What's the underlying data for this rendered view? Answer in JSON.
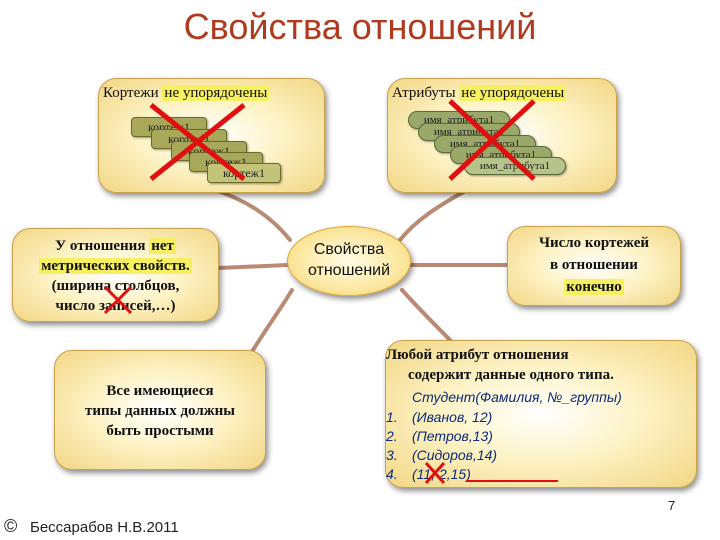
{
  "slide_title": "Свойства отношений",
  "center": {
    "line1": "Свойства",
    "line2": "отношений"
  },
  "tuples_box": {
    "heading_a": "Кортежи",
    "heading_b": "не упорядочены",
    "items": [
      "кортеж1",
      "кортеж1",
      "кортеж1",
      "кортеж1",
      "кортеж1"
    ]
  },
  "attrs_box": {
    "heading_a": "Атрибуты",
    "heading_b": "не упорядочены",
    "items": [
      "имя_атрибута1",
      "имя_атрибута1",
      "имя_атрибута1",
      "имя_атрибута1",
      "имя_атрибута1"
    ]
  },
  "metric_box": {
    "line1_a": "У отношения",
    "line1_b": "нет",
    "line2": "метрических свойств.",
    "line3": "(ширина столбцов,",
    "line4": "число записей,…)"
  },
  "count_box": {
    "line1": "Число кортежей",
    "line2": "в отношении",
    "line3": "конечно"
  },
  "types_box": {
    "line1": "Все имеющиеся",
    "line2": "типы данных должны",
    "line3": "быть простыми"
  },
  "atomic_box": {
    "line1": "Любой атрибут отношения",
    "line2": "содержит данные одного типа.",
    "header": "Студент(Фамилия, №_группы)",
    "items": [
      {
        "num": "1.",
        "text": "(Иванов, 12)"
      },
      {
        "num": "2.",
        "text": "(Петров,13)"
      },
      {
        "num": "3.",
        "text": "(Сидоров,14)"
      },
      {
        "num": "4.",
        "text": "(11, 2,15)"
      }
    ]
  },
  "page_number": "7",
  "copyright_symbol": "©",
  "author": "Бессарабов Н.В.2011",
  "colors": {
    "title": "#b03a1e",
    "cross": "#e01010",
    "spider_line": "#b98a74",
    "highlight": "#f6f060",
    "italic_text": "#0b2a7a"
  }
}
